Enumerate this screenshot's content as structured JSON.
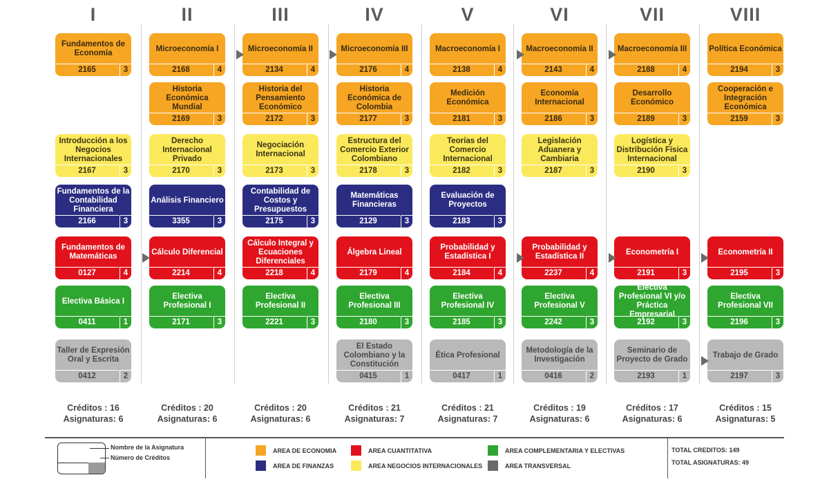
{
  "semesters": [
    "I",
    "II",
    "III",
    "IV",
    "V",
    "VI",
    "VII",
    "VIII"
  ],
  "colors": {
    "economia": "#f6a623",
    "finanzas": "#2b2d82",
    "cuantitativa": "#e1121b",
    "negocios": "#fbe95c",
    "complementaria": "#2fa62f",
    "transversal": "#b9b9b9",
    "arrow": "#6a6a6a"
  },
  "courses": [
    {
      "col": 0,
      "row": 0,
      "area": "economia",
      "name": "Fundamentos de Economía",
      "code": "2165",
      "credits": "3"
    },
    {
      "col": 1,
      "row": 0,
      "area": "economia",
      "name": "Microeconomía I",
      "code": "2168",
      "credits": "4"
    },
    {
      "col": 2,
      "row": 0,
      "area": "economia",
      "name": "Microeconomía II",
      "code": "2134",
      "credits": "4"
    },
    {
      "col": 3,
      "row": 0,
      "area": "economia",
      "name": "Microeconomía III",
      "code": "2176",
      "credits": "4"
    },
    {
      "col": 4,
      "row": 0,
      "area": "economia",
      "name": "Macroeconomía I",
      "code": "2138",
      "credits": "4"
    },
    {
      "col": 5,
      "row": 0,
      "area": "economia",
      "name": "Macroeconomía II",
      "code": "2143",
      "credits": "4"
    },
    {
      "col": 6,
      "row": 0,
      "area": "economia",
      "name": "Macroeconomía III",
      "code": "2188",
      "credits": "4"
    },
    {
      "col": 7,
      "row": 0,
      "area": "economia",
      "name": "Política Económica",
      "code": "2194",
      "credits": "3"
    },
    {
      "col": 1,
      "row": 1,
      "area": "economia",
      "name": "Historia Económica Mundial",
      "code": "2169",
      "credits": "3"
    },
    {
      "col": 2,
      "row": 1,
      "area": "economia",
      "name": "Historia del Pensamiento Económico",
      "code": "2172",
      "credits": "3"
    },
    {
      "col": 3,
      "row": 1,
      "area": "economia",
      "name": "Historia Económica de Colombia",
      "code": "2177",
      "credits": "3"
    },
    {
      "col": 4,
      "row": 1,
      "area": "economia",
      "name": "Medición Económica",
      "code": "2181",
      "credits": "3"
    },
    {
      "col": 5,
      "row": 1,
      "area": "economia",
      "name": "Economía Internacional",
      "code": "2186",
      "credits": "3"
    },
    {
      "col": 6,
      "row": 1,
      "area": "economia",
      "name": "Desarrollo Económico",
      "code": "2189",
      "credits": "3"
    },
    {
      "col": 7,
      "row": 1,
      "area": "economia",
      "name": "Cooperación e Integración Económica",
      "code": "2159",
      "credits": "3"
    },
    {
      "col": 0,
      "row": 2,
      "area": "negocios",
      "name": "Introducción a los Negocios Internacionales",
      "code": "2167",
      "credits": "3"
    },
    {
      "col": 1,
      "row": 2,
      "area": "negocios",
      "name": "Derecho Internacional Privado",
      "code": "2170",
      "credits": "3"
    },
    {
      "col": 2,
      "row": 2,
      "area": "negocios",
      "name": "Negociación Internacional",
      "code": "2173",
      "credits": "3"
    },
    {
      "col": 3,
      "row": 2,
      "area": "negocios",
      "name": "Estructura del Comercio Exterior Colombiano",
      "code": "2178",
      "credits": "3"
    },
    {
      "col": 4,
      "row": 2,
      "area": "negocios",
      "name": "Teorías del Comercio Internacional",
      "code": "2182",
      "credits": "3"
    },
    {
      "col": 5,
      "row": 2,
      "area": "negocios",
      "name": "Legislación Aduanera y Cambiaria",
      "code": "2187",
      "credits": "3"
    },
    {
      "col": 6,
      "row": 2,
      "area": "negocios",
      "name": "Logística y Distribución Física Internacional",
      "code": "2190",
      "credits": "3"
    },
    {
      "col": 0,
      "row": 3,
      "area": "finanzas",
      "name": "Fundamentos de la Contabilidad Financiera",
      "code": "2166",
      "credits": "3"
    },
    {
      "col": 1,
      "row": 3,
      "area": "finanzas",
      "name": "Análisis Financiero",
      "code": "3355",
      "credits": "3"
    },
    {
      "col": 2,
      "row": 3,
      "area": "finanzas",
      "name": "Contabilidad de Costos y Presupuestos",
      "code": "2175",
      "credits": "3"
    },
    {
      "col": 3,
      "row": 3,
      "area": "finanzas",
      "name": "Matemáticas Financieras",
      "code": "2129",
      "credits": "3"
    },
    {
      "col": 4,
      "row": 3,
      "area": "finanzas",
      "name": "Evaluación de Proyectos",
      "code": "2183",
      "credits": "3"
    },
    {
      "col": 0,
      "row": 4,
      "area": "cuantitativa",
      "name": "Fundamentos de Matemáticas",
      "code": "0127",
      "credits": "4"
    },
    {
      "col": 1,
      "row": 4,
      "area": "cuantitativa",
      "name": "Cálculo Diferencial",
      "code": "2214",
      "credits": "4"
    },
    {
      "col": 2,
      "row": 4,
      "area": "cuantitativa",
      "name": "Cálculo Integral y Ecuaciones Diferenciales",
      "code": "2218",
      "credits": "4"
    },
    {
      "col": 3,
      "row": 4,
      "area": "cuantitativa",
      "name": "Álgebra Lineal",
      "code": "2179",
      "credits": "4"
    },
    {
      "col": 4,
      "row": 4,
      "area": "cuantitativa",
      "name": "Probabilidad y Estadística I",
      "code": "2184",
      "credits": "4"
    },
    {
      "col": 5,
      "row": 4,
      "area": "cuantitativa",
      "name": "Probabilidad y Estadística II",
      "code": "2237",
      "credits": "4"
    },
    {
      "col": 6,
      "row": 4,
      "area": "cuantitativa",
      "name": "Econometría I",
      "code": "2191",
      "credits": "3"
    },
    {
      "col": 7,
      "row": 4,
      "area": "cuantitativa",
      "name": "Econometría II",
      "code": "2195",
      "credits": "3"
    },
    {
      "col": 0,
      "row": 5,
      "area": "complementaria",
      "name": "Electiva Básica I",
      "code": "0411",
      "credits": "1"
    },
    {
      "col": 1,
      "row": 5,
      "area": "complementaria",
      "name": "Electiva Profesional I",
      "code": "2171",
      "credits": "3"
    },
    {
      "col": 2,
      "row": 5,
      "area": "complementaria",
      "name": "Electiva Profesional II",
      "code": "2221",
      "credits": "3"
    },
    {
      "col": 3,
      "row": 5,
      "area": "complementaria",
      "name": "Electiva Profesional III",
      "code": "2180",
      "credits": "3"
    },
    {
      "col": 4,
      "row": 5,
      "area": "complementaria",
      "name": "Electiva Profesional IV",
      "code": "2185",
      "credits": "3"
    },
    {
      "col": 5,
      "row": 5,
      "area": "complementaria",
      "name": "Electiva Profesional V",
      "code": "2242",
      "credits": "3"
    },
    {
      "col": 6,
      "row": 5,
      "area": "complementaria",
      "name": "Electiva Profesional VI y/o Práctica Empresarial",
      "code": "2192",
      "credits": "3"
    },
    {
      "col": 7,
      "row": 5,
      "area": "complementaria",
      "name": "Electiva Profesional VII",
      "code": "2196",
      "credits": "3"
    },
    {
      "col": 0,
      "row": 6,
      "area": "transversal",
      "name": "Taller de Expresión Oral y Escrita",
      "code": "0412",
      "credits": "2"
    },
    {
      "col": 3,
      "row": 6,
      "area": "transversal",
      "name": "El Estado Colombiano y la Constitución",
      "code": "0415",
      "credits": "1"
    },
    {
      "col": 4,
      "row": 6,
      "area": "transversal",
      "name": "Ética Profesional",
      "code": "0417",
      "credits": "1"
    },
    {
      "col": 5,
      "row": 6,
      "area": "transversal",
      "name": "Metodología de la Investigación",
      "code": "0416",
      "credits": "2"
    },
    {
      "col": 6,
      "row": 6,
      "area": "transversal",
      "name": "Seminario de Proyecto de Grado",
      "code": "2193",
      "credits": "1"
    },
    {
      "col": 7,
      "row": 6,
      "area": "transversal",
      "name": "Trabajo de Grado",
      "code": "2197",
      "credits": "3"
    }
  ],
  "arrows": [
    {
      "col": 1,
      "row": 0
    },
    {
      "col": 2,
      "row": 0
    },
    {
      "col": 4,
      "row": 0
    },
    {
      "col": 5,
      "row": 0
    },
    {
      "col": 0,
      "row": 4
    },
    {
      "col": 4,
      "row": 4
    },
    {
      "col": 5,
      "row": 4
    },
    {
      "col": 6,
      "row": 4
    },
    {
      "col": 6,
      "row": 6
    }
  ],
  "summaries": [
    {
      "creditos": "Créditos : 16",
      "asignaturas": "Asignaturas: 6"
    },
    {
      "creditos": "Créditos : 20",
      "asignaturas": "Asignaturas: 6"
    },
    {
      "creditos": "Créditos : 20",
      "asignaturas": "Asignaturas: 6"
    },
    {
      "creditos": "Créditos : 21",
      "asignaturas": "Asignaturas: 7"
    },
    {
      "creditos": "Créditos : 21",
      "asignaturas": "Asignaturas: 7"
    },
    {
      "creditos": "Créditos : 19",
      "asignaturas": "Asignaturas: 6"
    },
    {
      "creditos": "Créditos : 17",
      "asignaturas": "Asignaturas: 6"
    },
    {
      "creditos": "Créditos : 15",
      "asignaturas": "Asignaturas: 5"
    }
  ],
  "legend": {
    "key_name": "Nombre de la Asignatura",
    "key_credits": "Número de Créditos",
    "areas": [
      {
        "label": "AREA DE ECONOMIA",
        "color": "#f6a623"
      },
      {
        "label": "AREA DE FINANZAS",
        "color": "#2b2d82"
      },
      {
        "label": "AREA CUANTITATIVA",
        "color": "#e1121b"
      },
      {
        "label": "AREA NEGOCIOS INTERNACIONALES",
        "color": "#fbe95c"
      },
      {
        "label": "AREA COMPLEMENTARIA Y ELECTIVAS",
        "color": "#2fa62f"
      },
      {
        "label": "AREA TRANSVERSAL",
        "color": "#6a6a6a"
      }
    ],
    "total_creditos": "TOTAL CREDITOS: 149",
    "total_asignaturas": "TOTAL ASIGNATURAS: 49"
  }
}
